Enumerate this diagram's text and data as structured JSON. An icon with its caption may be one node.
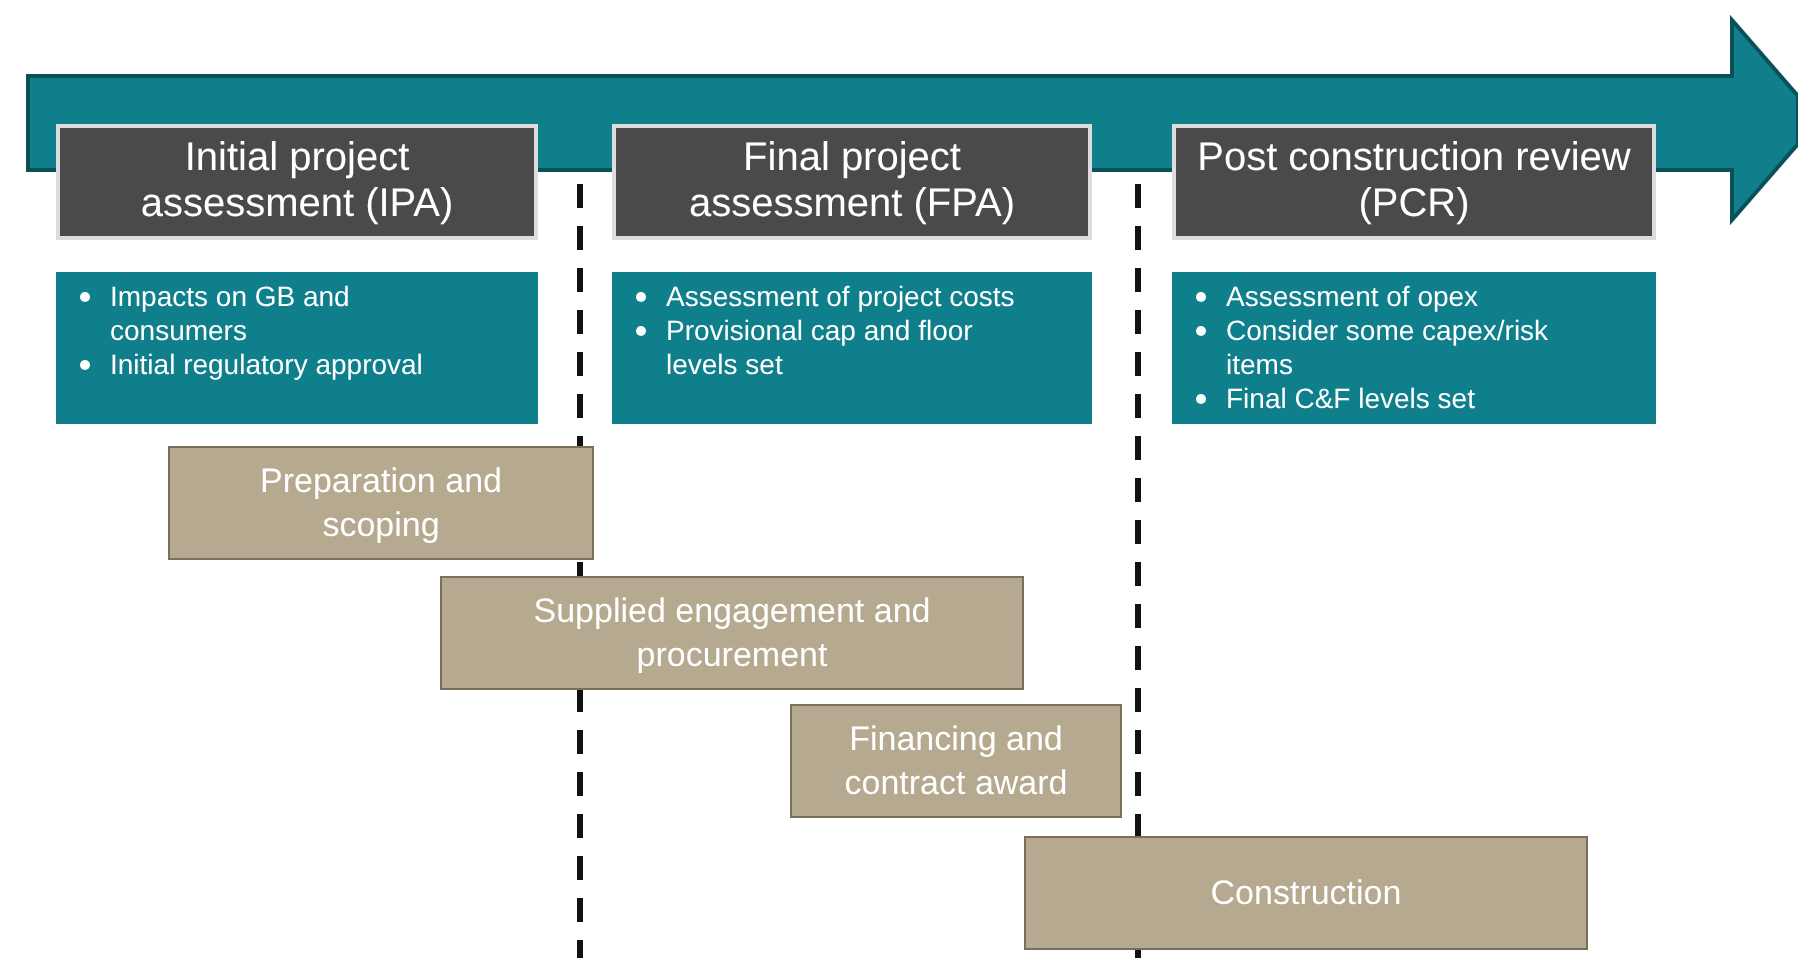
{
  "diagram": {
    "nodes": [
      {
        "text": [
          "Initial project assessment (IPA)"
        ]
      },
      {
        "text": [
          "Final project assessment (FPA)"
        ]
      },
      {
        "text": [
          "Post construction review (PCR)"
        ]
      },
      {
        "text": [
          "Impacts on GB and consumers",
          "Initial regulatory approval"
        ]
      },
      {
        "text": [
          "Assessment of project costs",
          "Provisional cap and floor levels set"
        ]
      },
      {
        "text": [
          "Assessment of opex",
          "Consider some capex/risk items",
          "Final C&F levels set"
        ]
      },
      {
        "text": [
          "Preparation and scoping"
        ]
      },
      {
        "text": [
          "Supplied engagement and procurement"
        ]
      },
      {
        "text": [
          "Financing and contract award"
        ]
      },
      {
        "text": [
          "Construction"
        ]
      }
    ],
    "edges": []
  }
}
